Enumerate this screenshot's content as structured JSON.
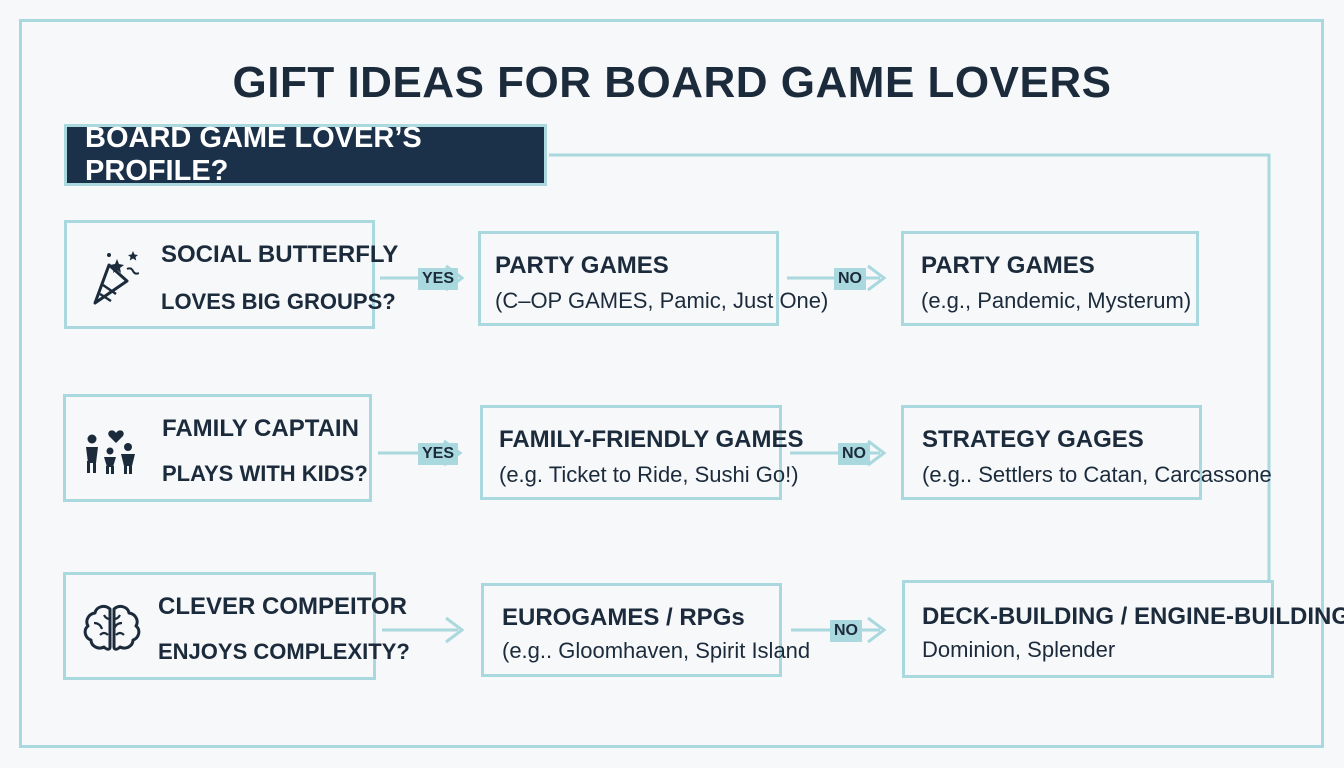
{
  "title": "GIFT IDEAS FOR BOARD GAME LOVERS",
  "profile_question": "BOARD GAME LOVER’S PROFILE?",
  "colors": {
    "navy": "#1b3049",
    "accent": "#a9d8de",
    "text": "#1c2b3c"
  },
  "rows": [
    {
      "profile": {
        "icon": "party-popper-icon",
        "title": "SOCIAL BUTTERFLY",
        "question": "LOVES BIG GROUPS?"
      },
      "yes_label": "YES",
      "yes_result": {
        "title": "PARTY GAMES",
        "examples": "(C–OP GAMES, Pamic, Just One)"
      },
      "no_label": "NO",
      "no_result": {
        "title": "PARTY GAMES",
        "examples": "(e.g., Pandemic, Mysterum)"
      }
    },
    {
      "profile": {
        "icon": "family-icon",
        "title": "FAMILY CAPTAIN",
        "question": "PLAYS WITH KIDS?"
      },
      "yes_label": "YES",
      "yes_result": {
        "title": "FAMILY-FRIENDLY GAMES",
        "examples": "(e.g. Ticket to Ride, Sushi Go!)"
      },
      "no_label": "NO",
      "no_result": {
        "title": "STRATEGY GAGES",
        "examples": "(e.g.. Settlers to Catan, Carcassone"
      }
    },
    {
      "profile": {
        "icon": "brain-icon",
        "title": "CLEVER COMPEITOR",
        "question": "ENJOYS COMPLEXITY?"
      },
      "yes_label": "",
      "yes_result": {
        "title": "EUROGAMES / RPGs",
        "examples": "(e.g.. Gloomhaven, Spirit Island"
      },
      "no_label": "NO",
      "no_result": {
        "title": "DECK-BUILDING / ENGINE-BUILDING",
        "examples": "Dominion, Splender"
      }
    }
  ]
}
